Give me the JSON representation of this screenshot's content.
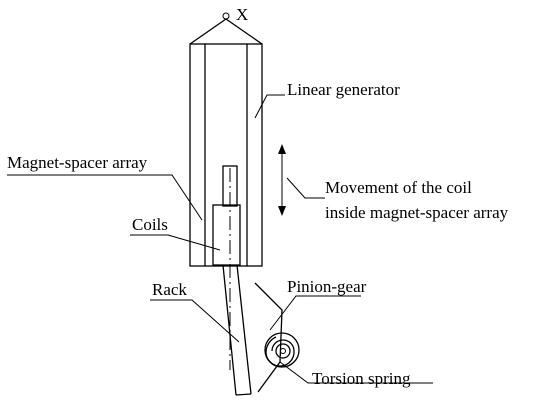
{
  "labels": {
    "pivot": "X",
    "linear_generator": "Linear generator",
    "magnet_spacer_array": "Magnet-spacer array",
    "movement_line1": "Movement of the coil",
    "movement_line2": "inside magnet-spacer array",
    "coils": "Coils",
    "rack": "Rack",
    "pinion_gear": "Pinion-gear",
    "torsion_spring": "Torsion spring"
  },
  "colors": {
    "line": "#000000",
    "background": "#ffffff"
  }
}
